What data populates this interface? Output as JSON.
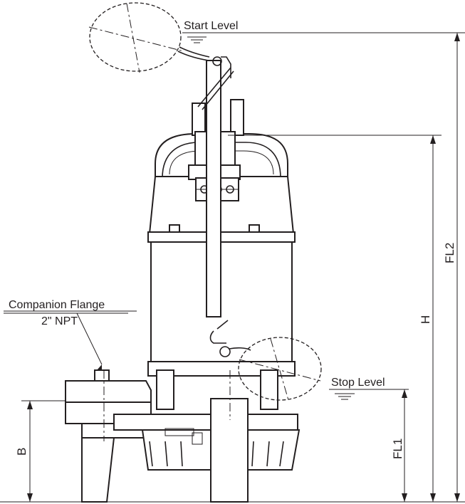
{
  "diagram": {
    "labels": {
      "start_level": "Start Level",
      "stop_level": "Stop Level",
      "companion_flange": "Companion Flange",
      "flange_size": "2\" NPT"
    },
    "dimensions": {
      "b": "B",
      "h": "H",
      "fl1": "FL1",
      "fl2": "FL2"
    }
  }
}
